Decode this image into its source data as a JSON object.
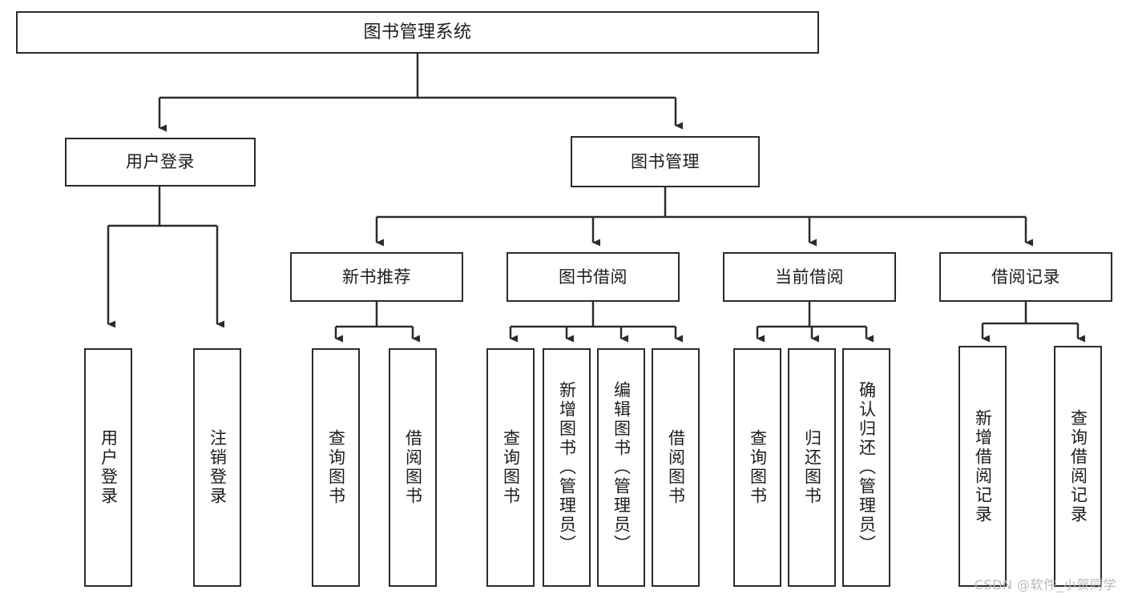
{
  "diagram": {
    "type": "tree-hierarchy-chart",
    "title": "图书管理系统",
    "stroke_color": "#2b2b2b",
    "fill_color": "#ffffff",
    "text_color": "#1c1c1c",
    "watermark": "CSDN @软件_小贺同学",
    "levels": {
      "root": {
        "label": "图书管理系统",
        "orientation": "horizontal"
      },
      "level1": [
        {
          "id": "user-login",
          "label": "用户登录",
          "orientation": "horizontal"
        },
        {
          "id": "book-management",
          "label": "图书管理",
          "orientation": "horizontal"
        }
      ],
      "level2": [
        {
          "id": "new-book-recommend",
          "label": "新书推荐",
          "orientation": "horizontal",
          "parent": "book-management"
        },
        {
          "id": "book-borrow",
          "label": "图书借阅",
          "orientation": "horizontal",
          "parent": "book-management"
        },
        {
          "id": "current-borrow",
          "label": "当前借阅",
          "orientation": "horizontal",
          "parent": "book-management"
        },
        {
          "id": "borrow-record",
          "label": "借阅记录",
          "orientation": "horizontal",
          "parent": "book-management"
        }
      ],
      "level3": [
        {
          "id": "leaf-user-login",
          "label": "用户登录",
          "orientation": "vertical",
          "parent": "user-login"
        },
        {
          "id": "leaf-logout-login",
          "label": "注销登录",
          "orientation": "vertical",
          "parent": "user-login"
        },
        {
          "id": "leaf-query-book-1",
          "label": "查询图书",
          "orientation": "vertical",
          "parent": "new-book-recommend"
        },
        {
          "id": "leaf-borrow-book-1",
          "label": "借阅图书",
          "orientation": "vertical",
          "parent": "new-book-recommend"
        },
        {
          "id": "leaf-query-book-2",
          "label": "查询图书",
          "orientation": "vertical",
          "parent": "book-borrow"
        },
        {
          "id": "leaf-add-book",
          "label": "新增图书（管理员）",
          "orientation": "vertical",
          "parent": "book-borrow"
        },
        {
          "id": "leaf-edit-book",
          "label": "编辑图书（管理员）",
          "orientation": "vertical",
          "parent": "book-borrow"
        },
        {
          "id": "leaf-borrow-book-2",
          "label": "借阅图书",
          "orientation": "vertical",
          "parent": "book-borrow"
        },
        {
          "id": "leaf-query-book-3",
          "label": "查询图书",
          "orientation": "vertical",
          "parent": "current-borrow"
        },
        {
          "id": "leaf-return-book",
          "label": "归还图书",
          "orientation": "vertical",
          "parent": "current-borrow"
        },
        {
          "id": "leaf-confirm-return",
          "label": "确认归还（管理员）",
          "orientation": "vertical",
          "parent": "current-borrow"
        },
        {
          "id": "leaf-add-record",
          "label": "新增借阅记录",
          "orientation": "vertical",
          "parent": "borrow-record"
        },
        {
          "id": "leaf-query-record",
          "label": "查询借阅记录",
          "orientation": "vertical",
          "parent": "borrow-record"
        }
      ]
    }
  }
}
